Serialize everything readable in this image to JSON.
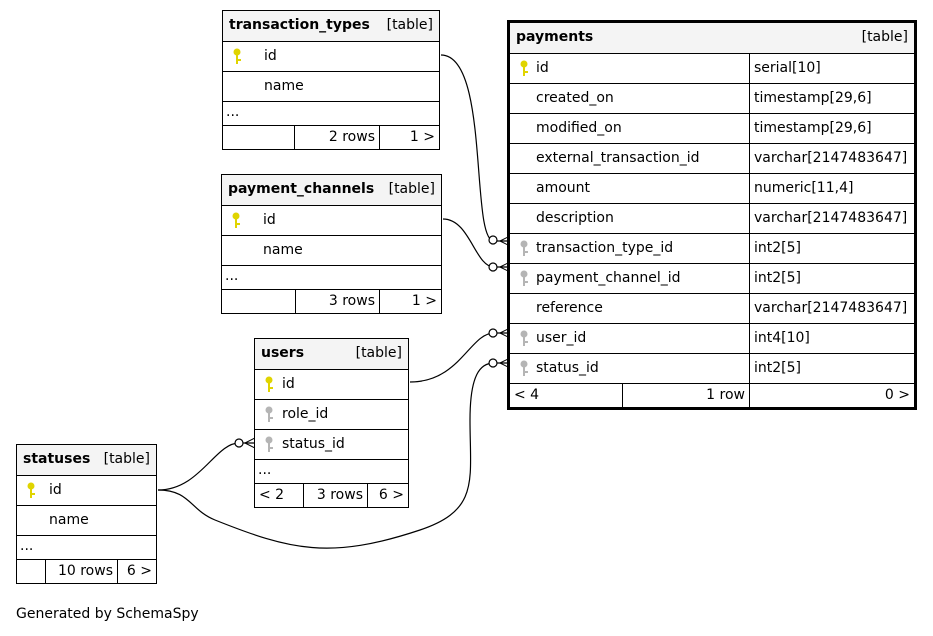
{
  "colors": {
    "pk_key": "#e0d400",
    "fk_key": "#b5b5b5",
    "header_bg": "#f4f4f4"
  },
  "tables": {
    "transaction_types": {
      "name": "transaction_types",
      "kind": "[table]",
      "columns": [
        {
          "name": "id",
          "key": "pk"
        },
        {
          "name": "name",
          "key": ""
        }
      ],
      "ellipsis": "...",
      "footer": {
        "left": "",
        "rows": "2 rows",
        "right": "1 >"
      }
    },
    "payment_channels": {
      "name": "payment_channels",
      "kind": "[table]",
      "columns": [
        {
          "name": "id",
          "key": "pk"
        },
        {
          "name": "name",
          "key": ""
        }
      ],
      "ellipsis": "...",
      "footer": {
        "left": "",
        "rows": "3 rows",
        "right": "1 >"
      }
    },
    "users": {
      "name": "users",
      "kind": "[table]",
      "columns": [
        {
          "name": "id",
          "key": "pk"
        },
        {
          "name": "role_id",
          "key": "fk"
        },
        {
          "name": "status_id",
          "key": "fk"
        }
      ],
      "ellipsis": "...",
      "footer": {
        "left": "< 2",
        "rows": "3 rows",
        "right": "6 >"
      }
    },
    "statuses": {
      "name": "statuses",
      "kind": "[table]",
      "columns": [
        {
          "name": "id",
          "key": "pk"
        },
        {
          "name": "name",
          "key": ""
        }
      ],
      "ellipsis": "...",
      "footer": {
        "left": "",
        "rows": "10 rows",
        "right": "6 >"
      }
    },
    "payments": {
      "name": "payments",
      "kind": "[table]",
      "columns": [
        {
          "name": "id",
          "type": "serial[10]",
          "key": "pk"
        },
        {
          "name": "created_on",
          "type": "timestamp[29,6]",
          "key": ""
        },
        {
          "name": "modified_on",
          "type": "timestamp[29,6]",
          "key": ""
        },
        {
          "name": "external_transaction_id",
          "type": "varchar[2147483647]",
          "key": ""
        },
        {
          "name": "amount",
          "type": "numeric[11,4]",
          "key": ""
        },
        {
          "name": "description",
          "type": "varchar[2147483647]",
          "key": ""
        },
        {
          "name": "transaction_type_id",
          "type": "int2[5]",
          "key": "fk"
        },
        {
          "name": "payment_channel_id",
          "type": "int2[5]",
          "key": "fk"
        },
        {
          "name": "reference",
          "type": "varchar[2147483647]",
          "key": ""
        },
        {
          "name": "user_id",
          "type": "int4[10]",
          "key": "fk"
        },
        {
          "name": "status_id",
          "type": "int2[5]",
          "key": "fk"
        }
      ],
      "footer": {
        "left": "< 4",
        "rows": "1 row",
        "right": "0 >"
      }
    }
  },
  "footer_text": "Generated by SchemaSpy"
}
